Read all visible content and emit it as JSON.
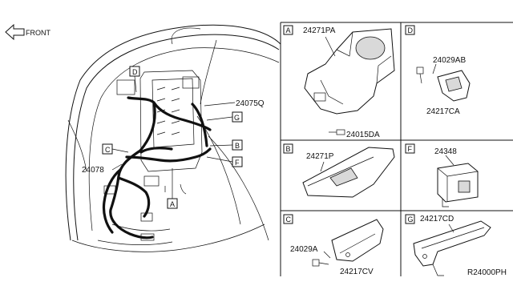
{
  "front_label": "FRONT",
  "diagram_code": "R24000PH",
  "main": {
    "callouts": {
      "A": "A",
      "B": "B",
      "C": "C",
      "D": "D",
      "F": "F",
      "G": "G"
    },
    "part_numbers": {
      "p24075Q": "24075Q",
      "p24078": "24078"
    }
  },
  "panels": {
    "A": {
      "letter": "A",
      "parts": [
        "24271PA",
        "24015DA"
      ]
    },
    "D": {
      "letter": "D",
      "parts": [
        "24029AB",
        "24217CA"
      ]
    },
    "B": {
      "letter": "B",
      "parts": [
        "24271P"
      ]
    },
    "F": {
      "letter": "F",
      "parts": [
        "24348"
      ]
    },
    "C": {
      "letter": "C",
      "parts": [
        "24029A",
        "24217CV"
      ]
    },
    "G": {
      "letter": "G",
      "parts": [
        "24217CD"
      ]
    }
  }
}
